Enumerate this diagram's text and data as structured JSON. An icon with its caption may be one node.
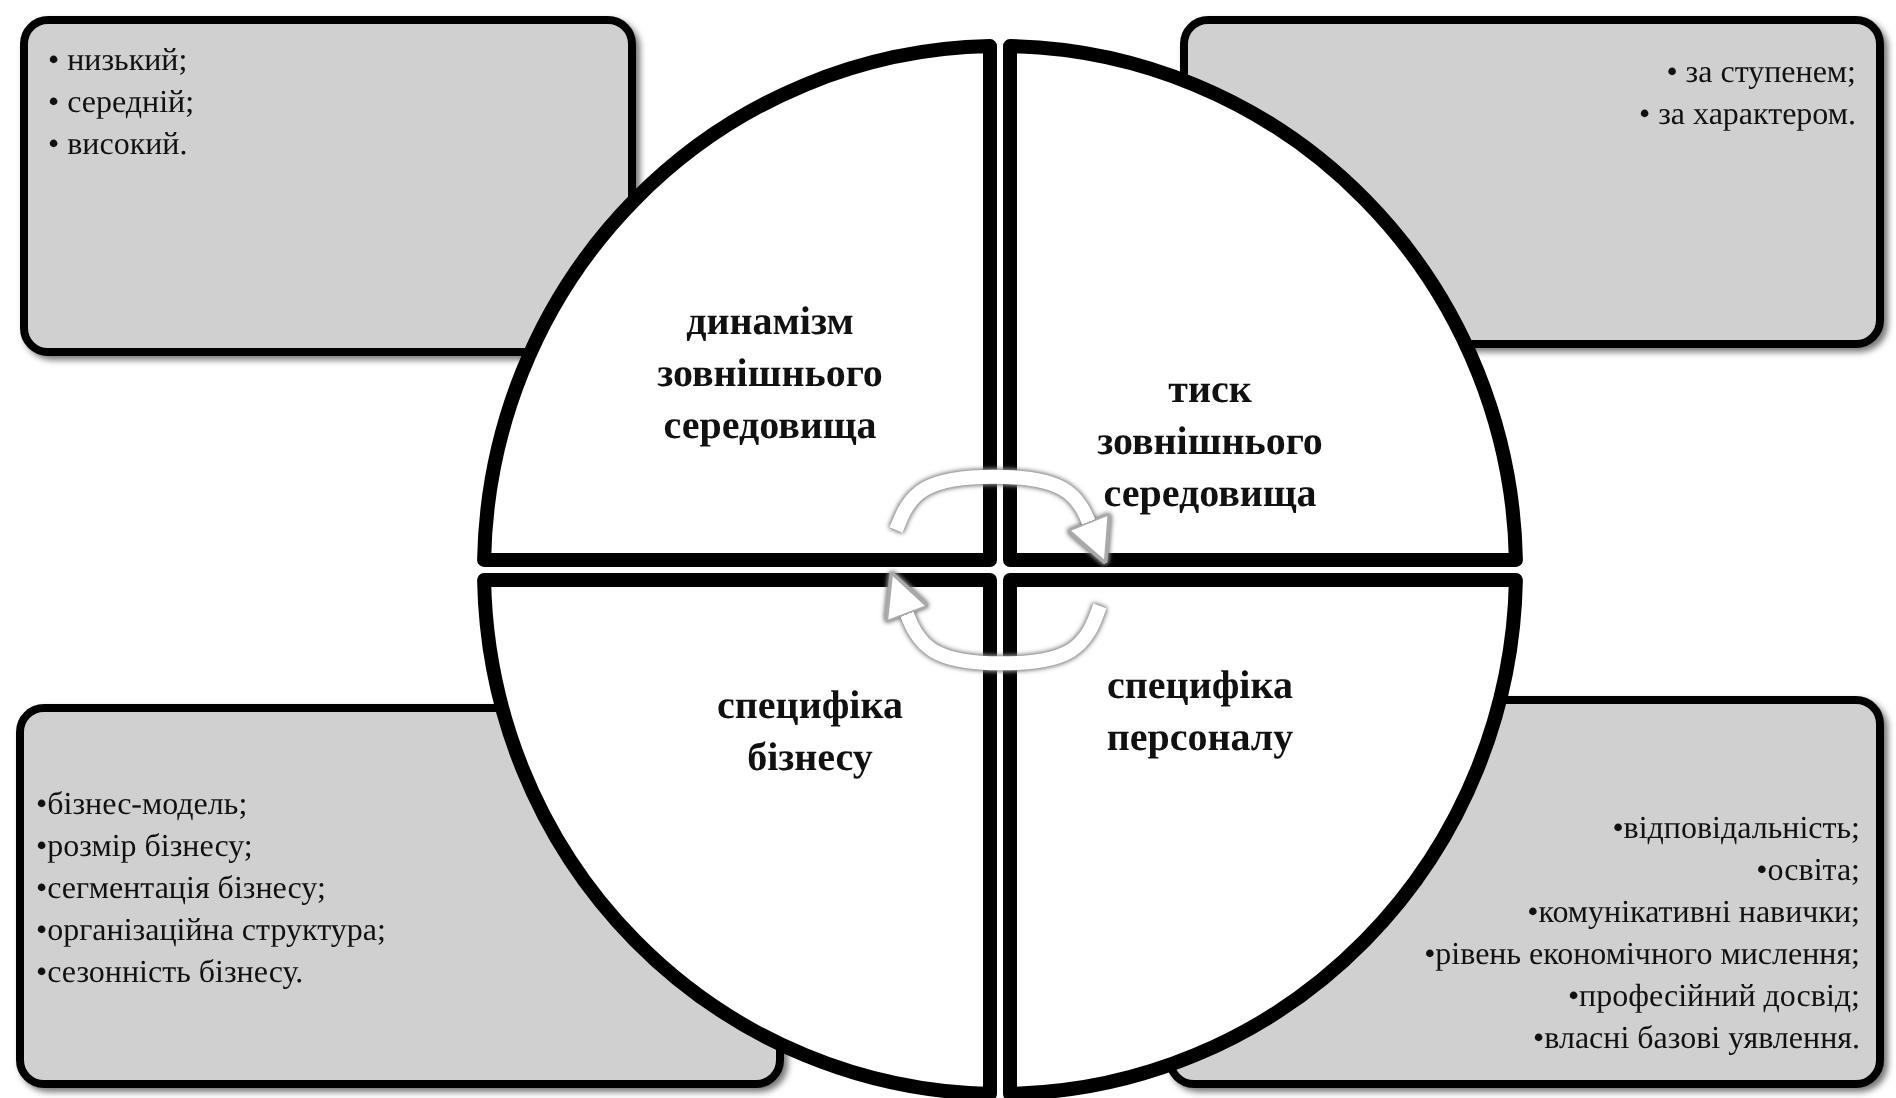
{
  "diagram": {
    "nodes": [
      {
        "text": [
          "• низький;",
          "• середній;",
          "• високий."
        ]
      },
      {
        "text": [
          "• за ступенем;",
          "• за характером."
        ]
      },
      {
        "text": [
          "•бізнес-модель;",
          "•розмір бізнесу;",
          "•сегментація бізнесу;",
          "•організаційна структура;",
          "•сезонність бізнесу."
        ]
      },
      {
        "text": [
          "•відповідальність;",
          "•освіта;",
          "•комунікативні навички;",
          "•рівень економічного мислення;",
          "•професійний досвід;",
          "•власні базові уявлення."
        ]
      },
      {
        "text": [
          "динамізм зовнішнього середовища"
        ]
      },
      {
        "text": [
          "тиск зовнішнього середовища"
        ]
      },
      {
        "text": [
          "специфіка бізнесу"
        ]
      },
      {
        "text": [
          "специфіка персоналу"
        ]
      }
    ],
    "edges": [
      {
        "from": 4,
        "to": 5,
        "arrow": "to"
      },
      {
        "from": 7,
        "to": 6,
        "arrow": "to"
      }
    ]
  }
}
